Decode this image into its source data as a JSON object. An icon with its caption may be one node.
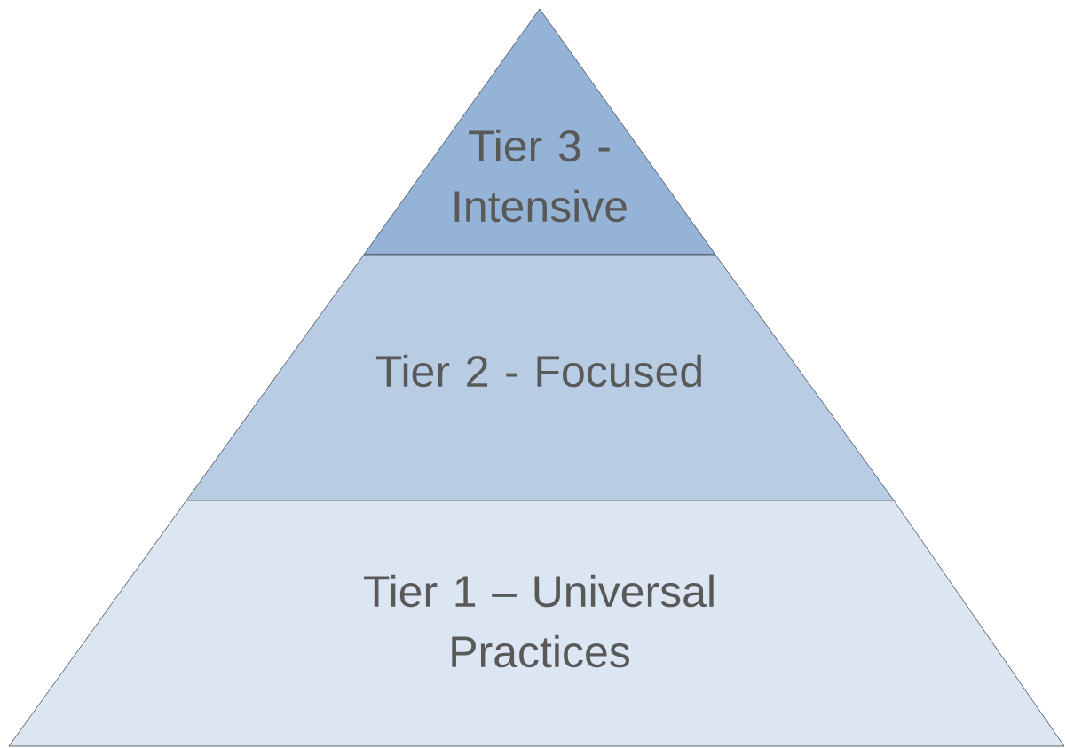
{
  "diagram": {
    "nodes": [
      {
        "text": [
          "Tier 3 - Intensive"
        ]
      },
      {
        "text": [
          "Tier 2 - Focused"
        ]
      },
      {
        "text": [
          "Tier 1 – Universal Practices"
        ]
      }
    ]
  }
}
